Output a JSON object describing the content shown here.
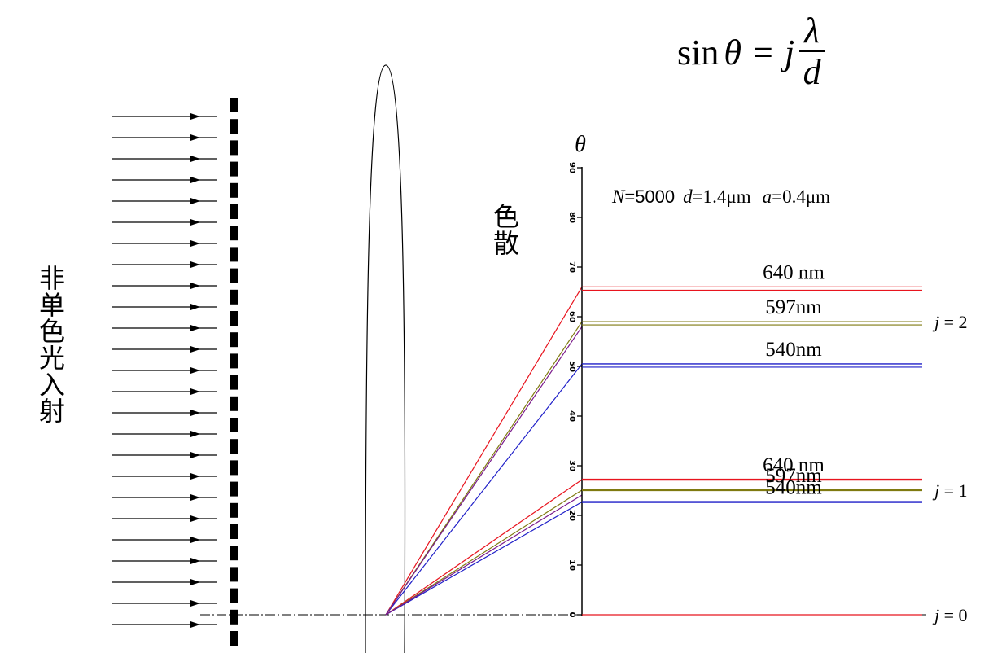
{
  "formula": {
    "lhs": "sin",
    "theta": "θ",
    "equals": "=",
    "j": "j",
    "numerator": "λ",
    "denominator": "d"
  },
  "incident_label": [
    "非",
    "单",
    "色",
    "光",
    "入",
    "射"
  ],
  "dispersion_label": [
    "色",
    "散"
  ],
  "axis_symbol": "θ",
  "parameters": {
    "N": "N",
    "N_value": "=5000",
    "d": "d",
    "d_value": "=1.4μm",
    "a": "a",
    "a_value": "=0.4μm"
  },
  "y_ticks": [
    "0",
    "10",
    "20",
    "30",
    "40",
    "50",
    "60",
    "70",
    "80",
    "90"
  ],
  "order_labels": [
    {
      "name": "j",
      "eq": " = 2",
      "order": 2
    },
    {
      "name": "j",
      "eq": " = 1",
      "order": 1
    },
    {
      "name": "j",
      "eq": " = 0",
      "order": 0
    }
  ],
  "spectral_lines": [
    {
      "order": 2,
      "wavelength_label": "640 nm",
      "theta_deg": 66,
      "color": "#e8141e"
    },
    {
      "order": 2,
      "wavelength_label": "597nm",
      "theta_deg": 59,
      "color": "#7f7a10"
    },
    {
      "order": 2,
      "wavelength_label": "540nm",
      "theta_deg": 50.5,
      "color": "#1f1fc8"
    },
    {
      "order": 1,
      "wavelength_label": "640 nm",
      "theta_deg": 27.2,
      "color": "#e8141e"
    },
    {
      "order": 1,
      "wavelength_label": "597nm",
      "theta_deg": 25.1,
      "color": "#7f7a10"
    },
    {
      "order": 1,
      "wavelength_label": "540nm",
      "theta_deg": 22.7,
      "color": "#1f1fc8"
    },
    {
      "order": 0,
      "wavelength_label": "",
      "theta_deg": 0,
      "color": "#e8141e"
    }
  ],
  "colors": {
    "red": "#e8141e",
    "olive": "#7f7a10",
    "blue": "#1f1fc8",
    "purple": "#7a1a8c",
    "ink": "#000000"
  },
  "incident_arrow_count": 25
}
